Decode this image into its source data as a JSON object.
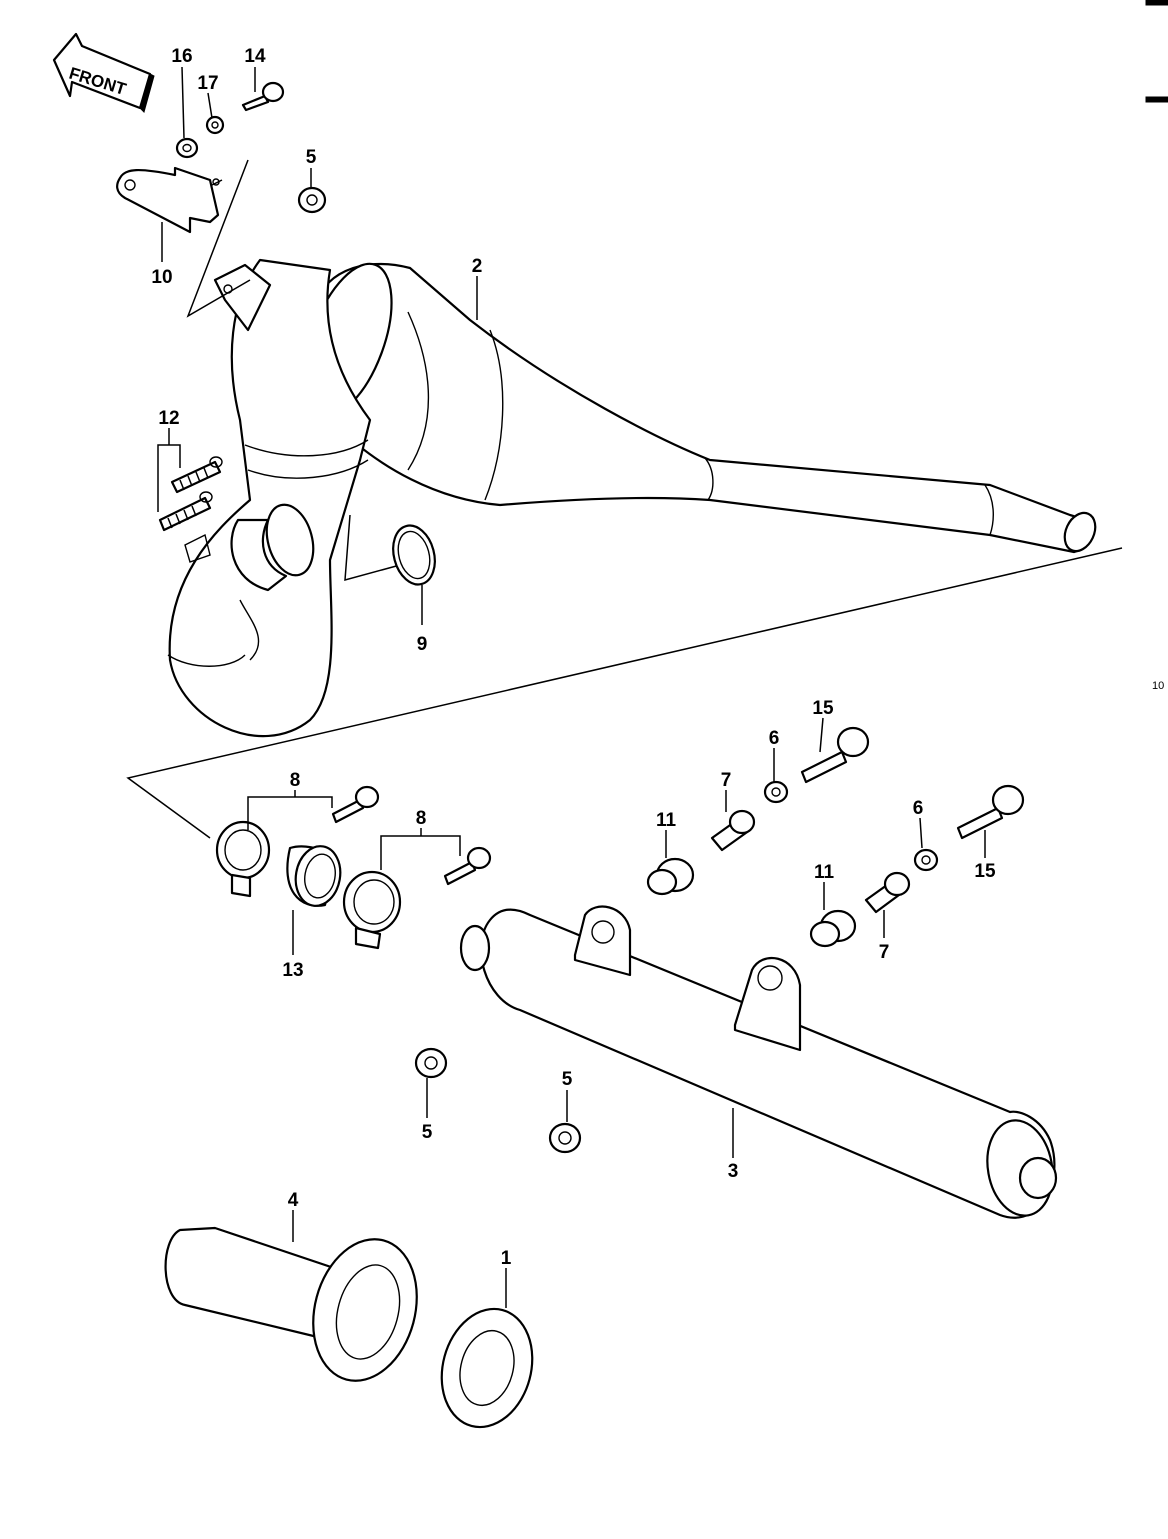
{
  "diagram": {
    "front_label": "FRONT",
    "page_number": "10",
    "callouts": [
      {
        "id": "c16",
        "text": "16"
      },
      {
        "id": "c17",
        "text": "17"
      },
      {
        "id": "c14",
        "text": "14"
      },
      {
        "id": "c5a",
        "text": "5"
      },
      {
        "id": "c10",
        "text": "10"
      },
      {
        "id": "c2",
        "text": "2"
      },
      {
        "id": "c12",
        "text": "12"
      },
      {
        "id": "c9",
        "text": "9"
      },
      {
        "id": "c15a",
        "text": "15"
      },
      {
        "id": "c6a",
        "text": "6"
      },
      {
        "id": "c7a",
        "text": "7"
      },
      {
        "id": "c11a",
        "text": "11"
      },
      {
        "id": "c8a",
        "text": "8"
      },
      {
        "id": "c8b",
        "text": "8"
      },
      {
        "id": "c6b",
        "text": "6"
      },
      {
        "id": "c15b",
        "text": "15"
      },
      {
        "id": "c11b",
        "text": "11"
      },
      {
        "id": "c7b",
        "text": "7"
      },
      {
        "id": "c13",
        "text": "13"
      },
      {
        "id": "c5b",
        "text": "5"
      },
      {
        "id": "c5c",
        "text": "5"
      },
      {
        "id": "c3",
        "text": "3"
      },
      {
        "id": "c4",
        "text": "4"
      },
      {
        "id": "c1",
        "text": "1"
      }
    ]
  }
}
